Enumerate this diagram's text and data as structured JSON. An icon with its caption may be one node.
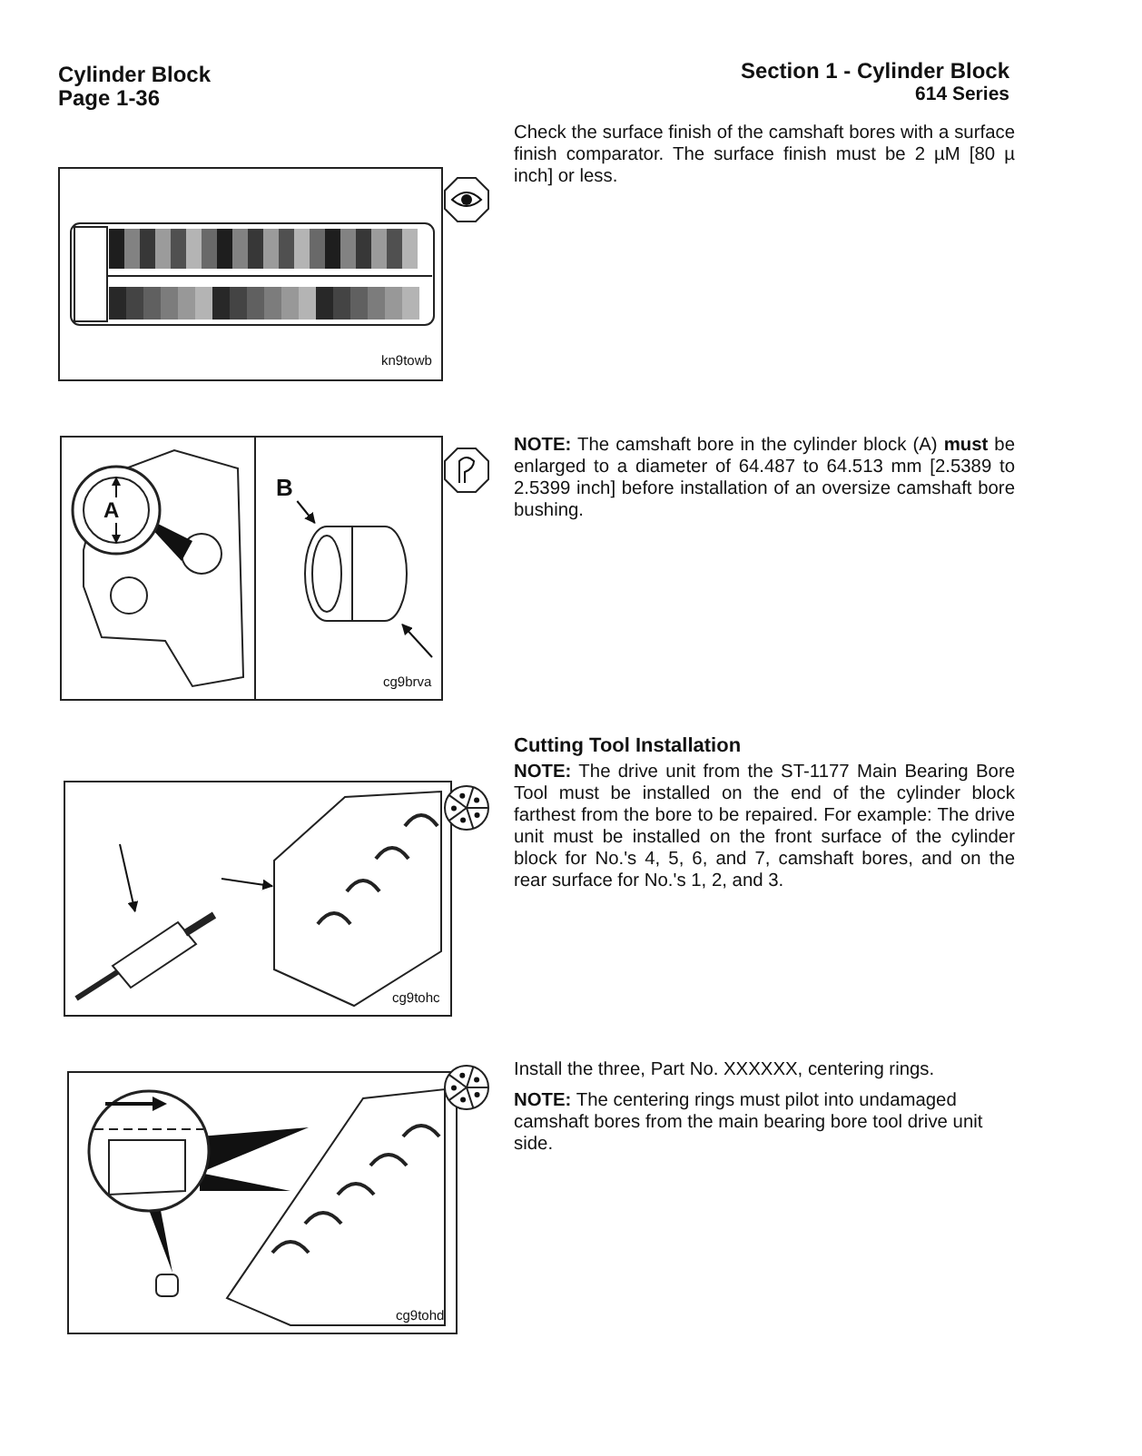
{
  "diagram": {
    "nodes": [
      {
        "text": [
          "B"
        ]
      },
      {
        "text": [],
        "shape": "picture"
      },
      {
        "text": [],
        "shape": "picture"
      },
      {
        "text": [],
        "shape": "picture"
      }
    ],
    "edges": [
      {
        "from": 0,
        "to": 1,
        "arrow": "to"
      },
      {
        "from": null,
        "to": 1,
        "arrow": "to"
      },
      {
        "from": null,
        "to": 2,
        "arrow": "to"
      },
      {
        "from": null,
        "to": 3,
        "arrow": "to"
      }
    ],
    "labels": [
      "Cylinder Block",
      "Page 1-36",
      "Section 1 - Cylinder Block",
      "614 Series",
      "Check the surface finish of the camshaft bores with a surface finish comparator. The surface finish must be 2 µM [80 µ inch] or less.",
      "kn9towb",
      "A",
      "**NOTE:** The camshaft bore in the cylinder block (A) **must** be enlarged to a diameter of 64.487 to 64.513 mm [2.5389 to 2.5399 inch] before installation of an oversize camshaft bore bushing.",
      "cg9brva",
      "Cutting Tool Installation",
      "**NOTE:** The drive unit from the ST-1177 Main Bearing Bore Tool must be installed on the end of the cylinder block farthest from the bore to be repaired. For example: The drive unit must be installed on the front surface of the cylinder block for No.'s 4, 5, 6, and 7, camshaft bores, and on the rear surface for No.'s 1, 2, and 3.",
      "cg9tohc",
      "Install the three, Part No. XXXXXX, centering rings.",
      "**NOTE:** The centering rings must pilot into undamaged camshaft bores from the main bearing bore tool drive unit side.",
      "cg9tohd"
    ]
  }
}
